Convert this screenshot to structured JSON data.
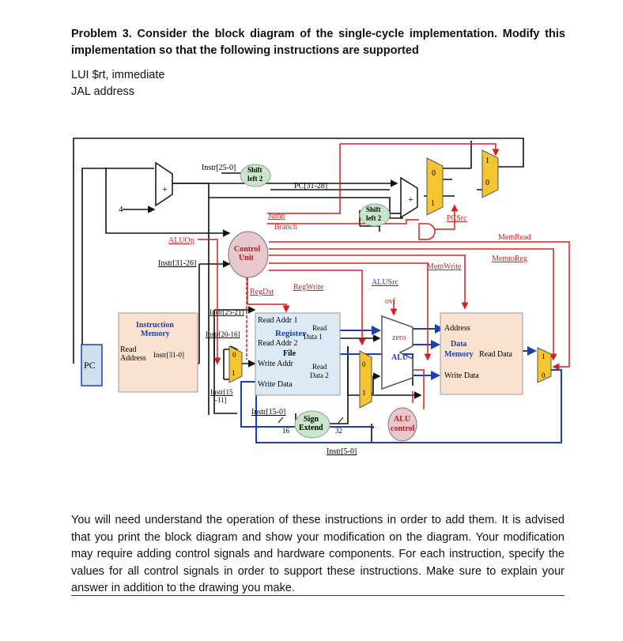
{
  "problem": {
    "text": "Problem 3. Consider the block diagram of the single-cycle implementation. Modify this implementation so that the following instructions are supported",
    "instructions": [
      "LUI $rt, immediate",
      "JAL address"
    ]
  },
  "diagram": {
    "pc": "PC",
    "plus": "+",
    "four": "4",
    "zero": "0",
    "one": "1",
    "instr_25_0": "Instr[25-0]",
    "shift_left2": [
      "Shift",
      "left 2"
    ],
    "pc_31_28": "PC[31-28]",
    "jump": "Jump",
    "branch": "Branch",
    "shift_left2_b": [
      "Shift",
      "left 2"
    ],
    "pcsrc": "PCSrc",
    "memread": "MemRead",
    "memtoreg": "MemtoReg",
    "memwrite": "MemWrite",
    "aluop": "ALUOp",
    "instr_31_26": "Instr[31-26]",
    "control_unit": [
      "Control",
      "Unit"
    ],
    "regdst": "RegDst",
    "regwrite": "RegWrite",
    "alusrc": "ALUSrc",
    "ovf": "ovf",
    "instr_mem": [
      "Instruction",
      "Memory"
    ],
    "read_address": [
      "Read",
      "Address"
    ],
    "instr_31_0": "Instr[31-0]",
    "instr_25_21": "Instr[25-21]",
    "instr_20_16": "Instr[20-16]",
    "instr_15_11": [
      "Instr[15",
      "-11]"
    ],
    "read_addr1": "Read Addr 1",
    "read_addr2": "Read Addr 2",
    "register_file": [
      "Register",
      "File"
    ],
    "write_addr": "Write Addr",
    "write_data": "Write Data",
    "read_data1": [
      "Read",
      "Data 1"
    ],
    "read_data2": [
      "Read",
      "Data 2"
    ],
    "zero_out": "zero",
    "alu": "ALU",
    "address": "Address",
    "data_memory": [
      "Data",
      "Memory"
    ],
    "read_data": "Read Data",
    "dm_write_data": "Write Data",
    "instr_15_0": "Instr[15-0]",
    "sign_extend": [
      "Sign",
      "Extend"
    ],
    "sixteen": "16",
    "thirtytwo": "32",
    "alu_control": [
      "ALU",
      "control"
    ],
    "instr_5_0": "Instr[5-0]"
  },
  "footer": "You will need understand the operation of these instructions in order to add them. It is advised that you print the block diagram and show your modification on the diagram. Your modification may require adding control signals and hardware components. For each instruction, specify the values for all control signals in order to support these instructions. Make sure to explain your answer in addition to the drawing you make.",
  "colors": {
    "control_red": "#d42020",
    "wire_black": "#111111",
    "wire_blue": "#1a3fb0",
    "mux_yellow": "#f5c431",
    "block_orange": "#fbe1cf",
    "regfile_blue": "#dceaf6",
    "control_pink": "#e9c8cd"
  }
}
